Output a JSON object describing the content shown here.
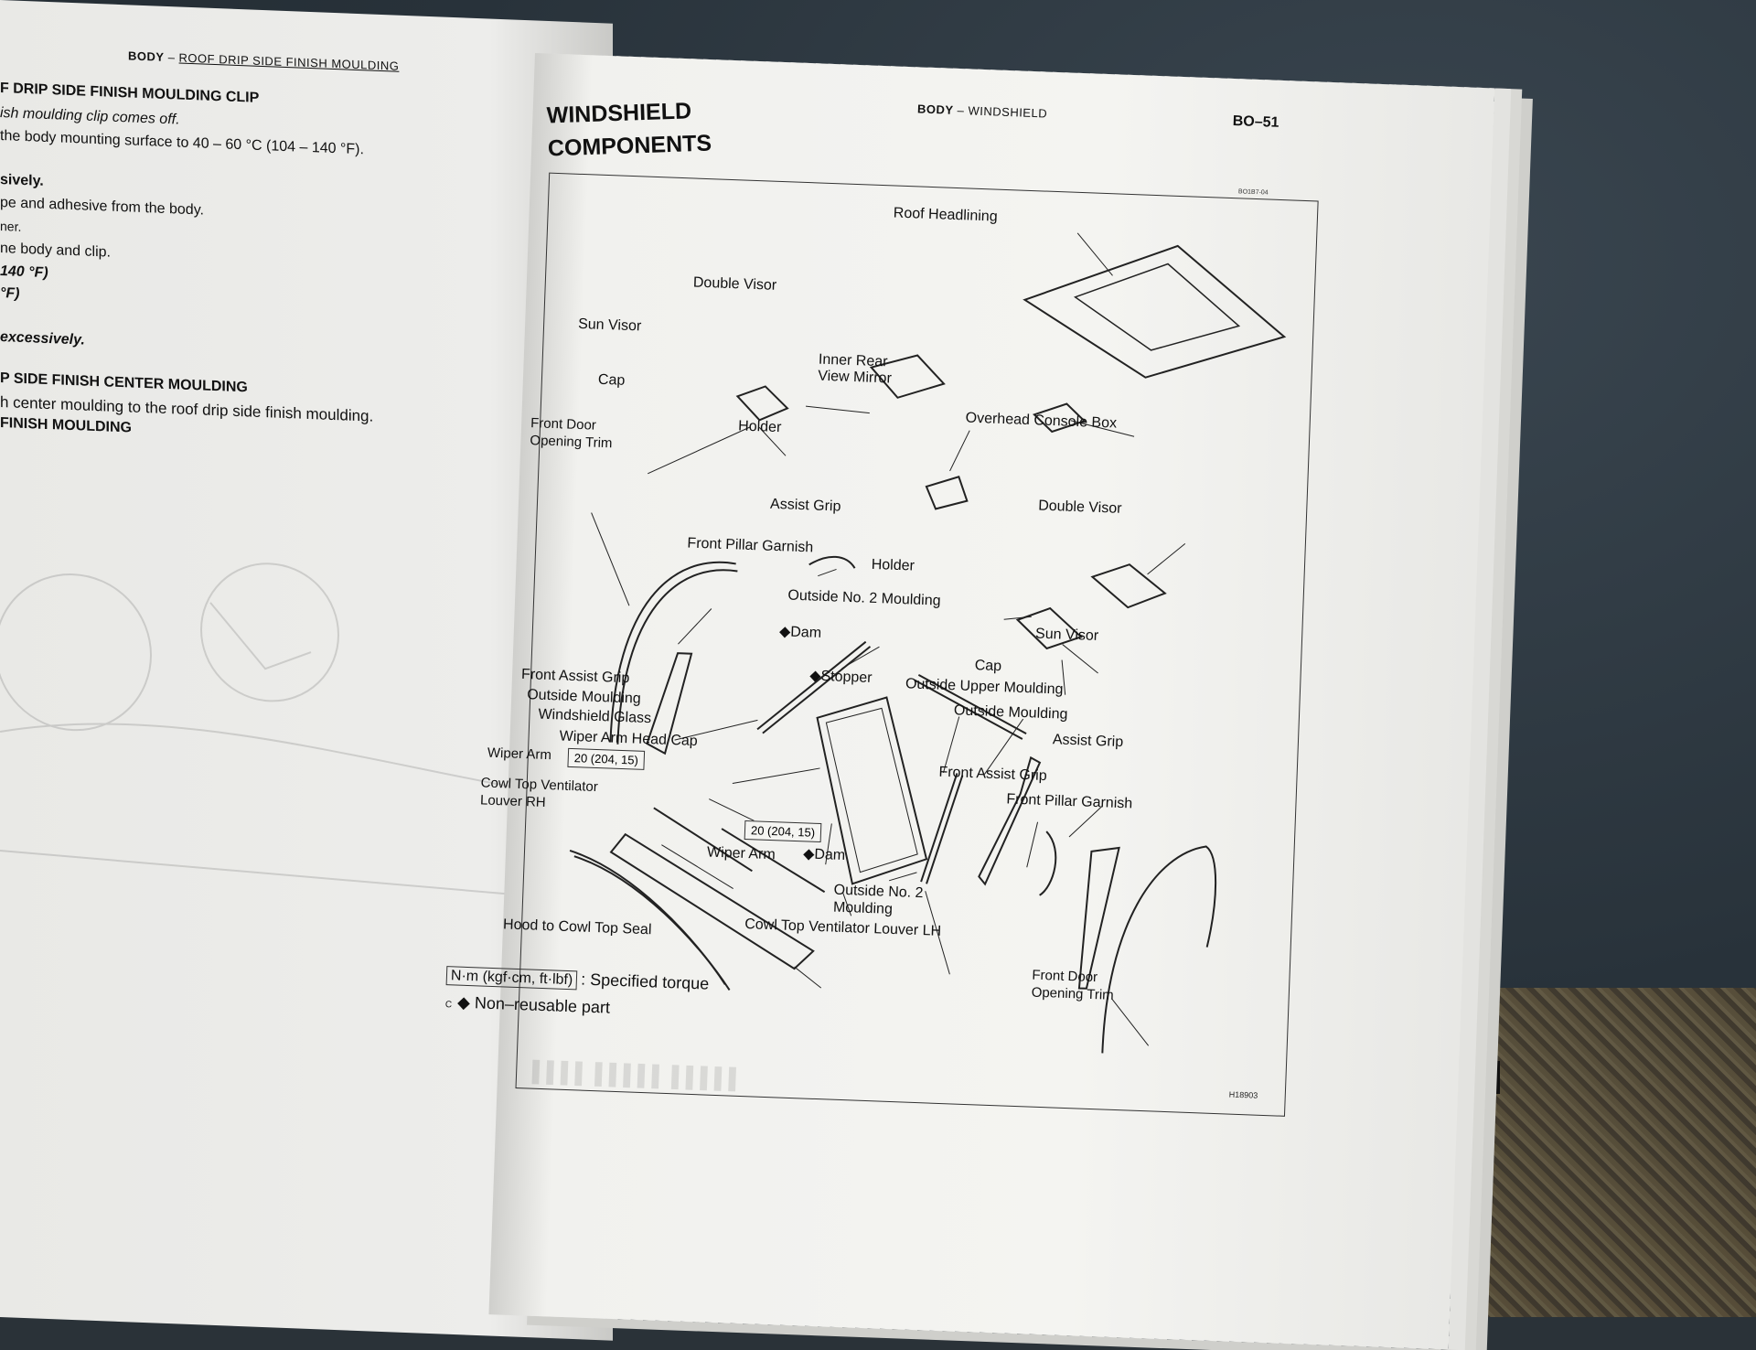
{
  "left_page": {
    "header_section": "BODY",
    "header_sep": "–",
    "header_topic": "ROOF DRIP SIDE FINISH MOULDING",
    "lines": [
      {
        "text": "F DRIP SIDE FINISH MOULDING CLIP",
        "bold": true
      },
      {
        "text": "ish moulding clip comes off.",
        "bold": false
      },
      {
        "text": "the body mounting surface to 40 – 60 °C (104 – 140 °F).",
        "bold": false
      },
      {
        "text": "sively.",
        "bold": true
      },
      {
        "text": "pe and adhesive from the body.",
        "bold": false
      },
      {
        "text": "ner.",
        "bold": false
      },
      {
        "text": "ne body and clip.",
        "bold": false
      },
      {
        "text": "140 °F)",
        "bold": true
      },
      {
        "text": "°F)",
        "bold": true
      },
      {
        "text": "excessively.",
        "bold": true
      },
      {
        "text": "P SIDE FINISH CENTER MOULDING",
        "bold": true
      },
      {
        "text": "h center moulding to the roof drip side finish moulding.",
        "bold": false
      },
      {
        "text": "FINISH MOULDING",
        "bold": true
      }
    ]
  },
  "right_page": {
    "header_section": "BODY",
    "header_sep": "–",
    "header_topic": "WINDSHIELD",
    "page_number": "BO–51",
    "title_line1": "WINDSHIELD",
    "title_line2": "COMPONENTS",
    "figure_code_small": "BO1B7-04",
    "figure_id": "H18903",
    "labels": {
      "roof_headlining": "Roof Headlining",
      "double_visor_top": "Double Visor",
      "sun_visor_left": "Sun Visor",
      "inner_rear_view_mirror_1": "Inner Rear",
      "inner_rear_view_mirror_2": "View Mirror",
      "cap_left": "Cap",
      "holder_left": "Holder",
      "overhead_console_box": "Overhead Console Box",
      "front_door_opening_trim_left_1": "Front Door",
      "front_door_opening_trim_left_2": "Opening Trim",
      "double_visor_right": "Double Visor",
      "assist_grip_top": "Assist Grip",
      "front_pillar_garnish_top": "Front Pillar Garnish",
      "holder_right": "Holder",
      "sun_visor_right": "Sun Visor",
      "outside_no2_moulding_top": "Outside No. 2 Moulding",
      "cap_right": "Cap",
      "dam_top": "◆Dam",
      "stopper": "◆Stopper",
      "outside_upper_moulding": "Outside Upper Moulding",
      "outside_moulding_right": "Outside Moulding",
      "front_assist_grip_left": "Front Assist Grip",
      "assist_grip_right": "Assist Grip",
      "outside_moulding_left": "Outside Moulding",
      "windshield_glass": "Windshield Glass",
      "front_assist_grip_right": "Front Assist Grip",
      "wiper_arm_head_cap": "Wiper Arm Head Cap",
      "front_pillar_garnish_right": "Front Pillar Garnish",
      "wiper_arm_left": "Wiper Arm",
      "torque_1": "20 (204, 15)",
      "cowl_top_ventilator_rh_1": "Cowl Top Ventilator",
      "cowl_top_ventilator_rh_2": "Louver RH",
      "torque_2": "20 (204, 15)",
      "dam_bottom": "◆Dam",
      "wiper_arm_bottom": "Wiper Arm",
      "outside_no2_moulding_bottom_1": "Outside No. 2",
      "outside_no2_moulding_bottom_2": "Moulding",
      "front_door_opening_trim_right_1": "Front Door",
      "front_door_opening_trim_right_2": "Opening Trim",
      "cowl_top_ventilator_lh": "Cowl Top Ventilator Louver LH",
      "hood_to_cowl_top_seal": "Hood to Cowl Top Seal"
    },
    "legend": {
      "torque_unit": "N·m (kgf·cm, ft·lbf)",
      "torque_desc": ": Specified torque",
      "nonreusable_symbol": "◆",
      "nonreusable_desc": "Non–reusable part",
      "nonreusable_prefix": "C"
    }
  }
}
